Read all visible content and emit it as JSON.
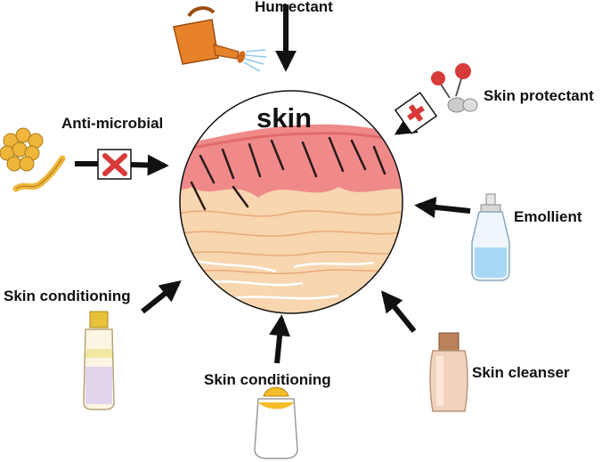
{
  "center": {
    "title": "skin"
  },
  "labels": {
    "humectant": "Humectant",
    "skin_protectant": "Skin protectant",
    "anti_microbial": "Anti-microbial",
    "emollient": "Emollient",
    "skin_conditioning_left": "Skin conditioning",
    "skin_conditioning_bottom": "Skin conditioning",
    "skin_cleanser": "Skin cleanser"
  },
  "icons": {
    "humectant": "watering-can-icon",
    "skin_protectant": "first-aid-medicine-icon",
    "anti_microbial": "bacteria-icon",
    "emollient": "spray-bottle-icon",
    "skin_conditioning_left": "toner-bottle-icon",
    "skin_conditioning_bottom": "lotion-bottle-icon",
    "skin_cleanser": "cleanser-bottle-icon"
  },
  "colors": {
    "epidermis": "#f08a8a",
    "dermis": "#f8d6b0",
    "cross_mark": "#d83a3a",
    "watering_can": "#e8822a"
  }
}
